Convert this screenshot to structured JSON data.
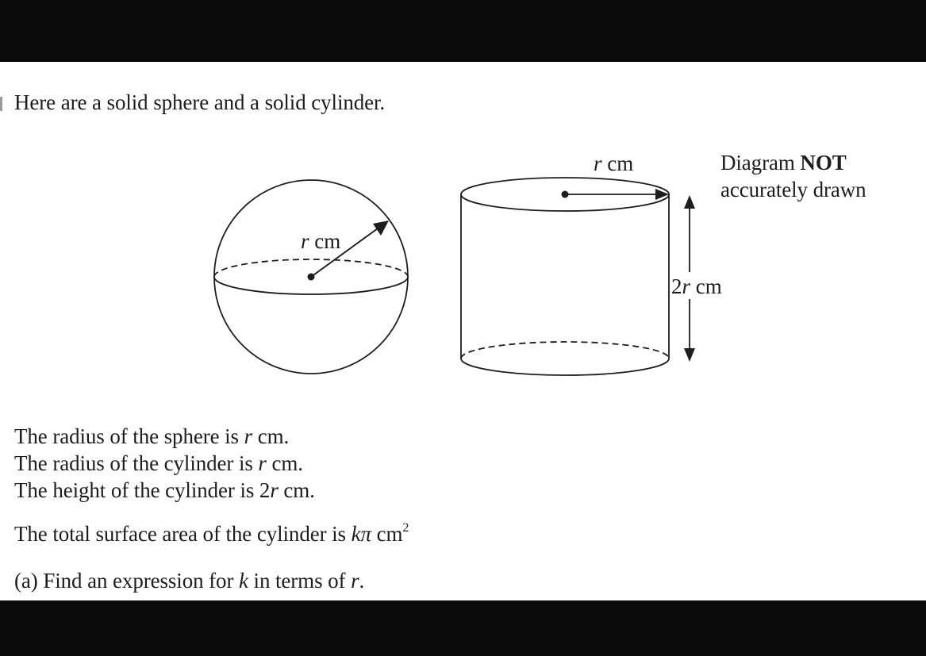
{
  "intro": "Here are a solid sphere and a solid cylinder.",
  "diagram_notice": {
    "line1_prefix": "Diagram ",
    "line1_bold": "NOT",
    "line2": "accurately drawn"
  },
  "sphere": {
    "radius_label_var": "r",
    "radius_label_unit": " cm"
  },
  "cylinder": {
    "radius_label_var": "r",
    "radius_label_unit": " cm",
    "height_label_num": "2",
    "height_label_var": "r",
    "height_label_unit": " cm"
  },
  "facts": [
    {
      "prefix": "The radius of the sphere is ",
      "var": "r",
      "suffix": " cm."
    },
    {
      "prefix": "The radius of the cylinder is ",
      "var": "r",
      "suffix": " cm."
    },
    {
      "prefix": "The height of the cylinder is 2",
      "var": "r",
      "suffix": " cm."
    }
  ],
  "total_surface": {
    "prefix": "The total surface area of the cylinder is ",
    "var": "kπ",
    "unit": " cm",
    "exponent": "2"
  },
  "part_a": {
    "label": "(a) ",
    "prefix": "Find an expression for ",
    "var1": "k",
    "middle": " in terms of ",
    "var2": "r",
    "suffix": "."
  },
  "colors": {
    "background_bars": "#0b0b0b",
    "page": "#ffffff",
    "ink": "#1d1d1d"
  }
}
